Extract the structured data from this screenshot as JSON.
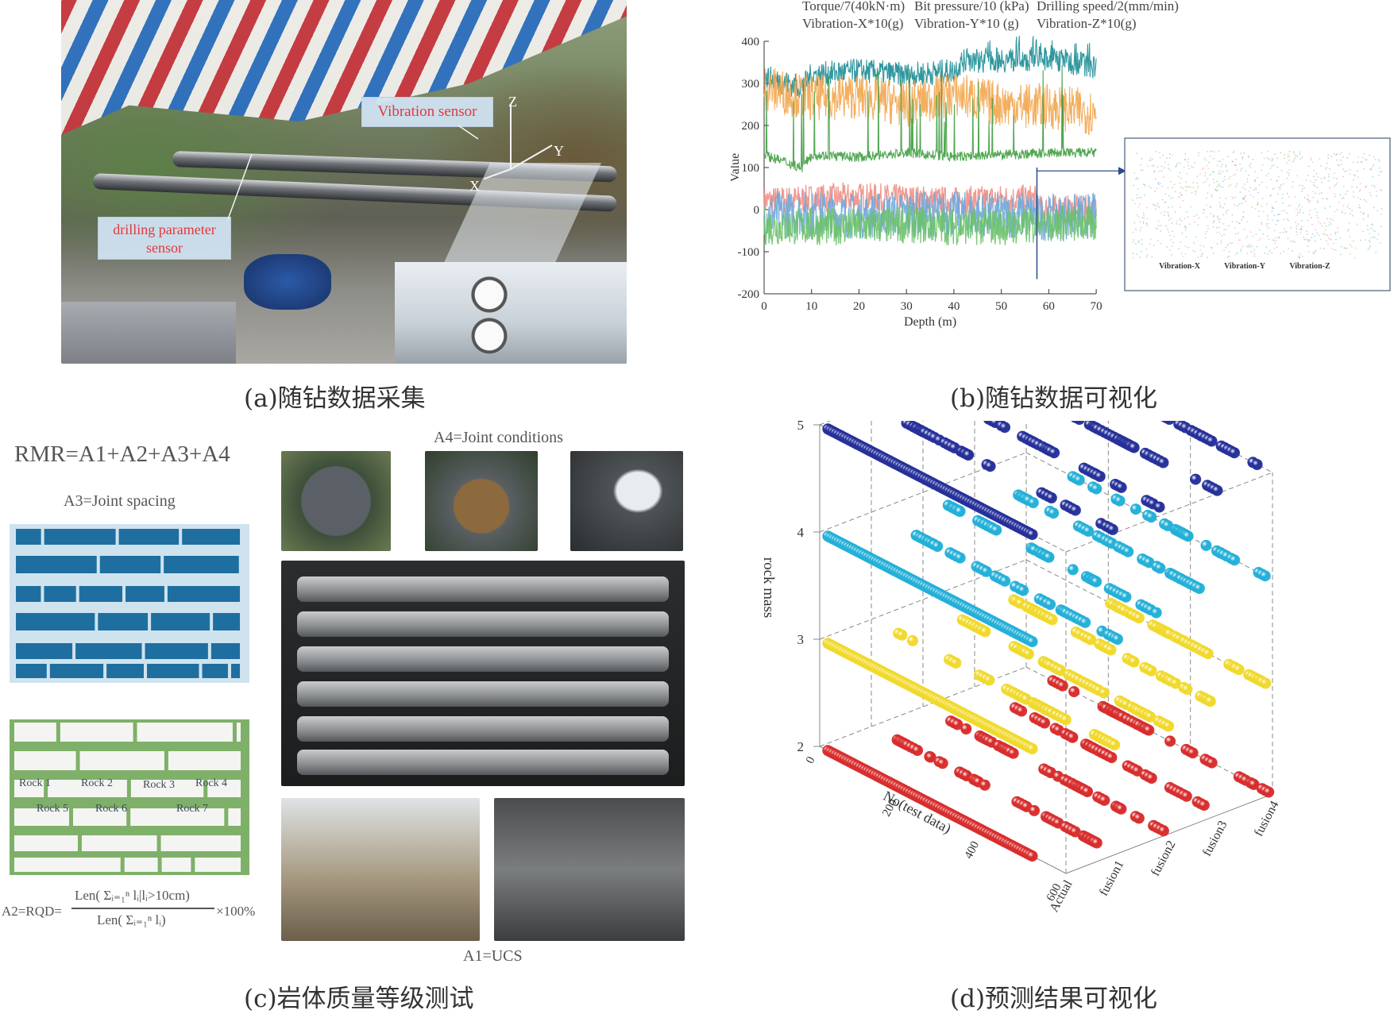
{
  "panel_a": {
    "caption": "(a)随钻数据采集",
    "vibration_sensor_label": "Vibration sensor",
    "drilling_sensor_label_1": "drilling parameter",
    "drilling_sensor_label_2": "sensor",
    "axis_x": "X",
    "axis_y": "Y",
    "axis_z": "Z"
  },
  "panel_b": {
    "caption": "(b)随钻数据可视化",
    "legend_row1": [
      "Torque/7(40kN·m)",
      "Bit pressure/10 (kPa)",
      "Drilling speed/2(mm/min)"
    ],
    "legend_row2": [
      "Vibration-X*10(g)",
      "Vibration-Y*10 (g)",
      "Vibration-Z*10(g)"
    ],
    "inset_labels": [
      "Vibration-X",
      "Vibration-Y",
      "Vibration-Z"
    ],
    "colors": {
      "torque": "#1a8c95",
      "bit_pressure": "#f2a54e",
      "drilling_speed": "#3f9d40",
      "vib_x": "#ee8f86",
      "vib_y": "#6fa8dc",
      "vib_z": "#6cc16a",
      "arrow": "#2b4a8c"
    },
    "chart_data": {
      "type": "line",
      "xlabel": "Depth (m)",
      "ylabel": "Value",
      "xlim": [
        0,
        70
      ],
      "ylim": [
        -200,
        400
      ],
      "xticks": [
        0,
        10,
        20,
        30,
        40,
        50,
        60,
        70
      ],
      "yticks": [
        -200,
        -100,
        0,
        100,
        200,
        300,
        400
      ],
      "series": [
        {
          "name": "Torque/7(40kN·m)",
          "key": "torque",
          "x": [
            0,
            8,
            10,
            20,
            30,
            40,
            42,
            50,
            60,
            70
          ],
          "y": [
            315,
            290,
            320,
            330,
            320,
            330,
            355,
            355,
            360,
            340
          ],
          "spread": 30
        },
        {
          "name": "Bit pressure/10 (kPa)",
          "key": "bit_pressure",
          "x": [
            0,
            10,
            20,
            30,
            40,
            50,
            60,
            70
          ],
          "y": [
            290,
            265,
            270,
            250,
            275,
            250,
            245,
            230
          ],
          "spread": 55
        },
        {
          "name": "Drilling speed/2(mm/min)",
          "key": "drilling_speed",
          "x": [
            0,
            8,
            10,
            20,
            30,
            40,
            50,
            60,
            70
          ],
          "y": [
            130,
            100,
            130,
            125,
            135,
            125,
            130,
            135,
            135
          ],
          "spread": 12
        },
        {
          "name": "Vibration-X*10(g)",
          "key": "vib_x",
          "x": [
            0,
            10,
            20,
            30,
            40,
            50,
            57,
            58,
            70
          ],
          "y": [
            20,
            25,
            30,
            25,
            20,
            25,
            25,
            0,
            0
          ],
          "spread": 35
        },
        {
          "name": "Vibration-Y*10 (g)",
          "key": "vib_y",
          "x": [
            0,
            10,
            20,
            30,
            40,
            50,
            57,
            58,
            70
          ],
          "y": [
            -10,
            -10,
            -15,
            -10,
            -10,
            -15,
            -10,
            -20,
            -15
          ],
          "spread": 55
        },
        {
          "name": "Vibration-Z*10(g)",
          "key": "vib_z",
          "x": [
            0,
            10,
            20,
            30,
            40,
            50,
            57,
            58,
            70
          ],
          "y": [
            -40,
            -40,
            -40,
            -35,
            -40,
            -40,
            -40,
            -30,
            -35
          ],
          "spread": 45
        }
      ]
    }
  },
  "panel_c": {
    "caption": "(c)岩体质量等级测试",
    "rmr_formula": "RMR=A1+A2+A3+A4",
    "a3_title": "A3=Joint spacing",
    "a4_title": "A4=Joint conditions",
    "a1_title": "A1=UCS",
    "rqd_lhs": "A2=RQD=",
    "rqd_num": "Len( Σᵢ₌₁ⁿ lᵢ|lᵢ>10cm)",
    "rqd_den": "Len( Σᵢ₌₁ⁿ lᵢ)",
    "rqd_tail": "×100%",
    "rock_labels": [
      "Rock 1",
      "Rock 2",
      "Rock 3",
      "Rock 4",
      "Rock 5",
      "Rock 6",
      "Rock 7"
    ]
  },
  "panel_d": {
    "caption": "(d)预测结果可视化",
    "colors": {
      "grade5": "#25309a",
      "grade4": "#23b0d8",
      "grade3": "#f1d92c",
      "grade2": "#d82d2d"
    },
    "chart_data": {
      "type": "scatter",
      "zlabel": "rock mass",
      "xlabel": "No(test data)",
      "xticks": [
        0,
        200,
        400,
        600
      ],
      "zticks": [
        2,
        3,
        4,
        5
      ],
      "yticks": [
        "Actual",
        "fusion1",
        "fusion2",
        "fusion3",
        "fusion4"
      ],
      "series": [
        {
          "name": "5",
          "color_key": "grade5",
          "z": 5
        },
        {
          "name": "4",
          "color_key": "grade4",
          "z": 4
        },
        {
          "name": "3",
          "color_key": "grade3",
          "z": 3
        },
        {
          "name": "2",
          "color_key": "grade2",
          "z": 2
        }
      ]
    }
  }
}
